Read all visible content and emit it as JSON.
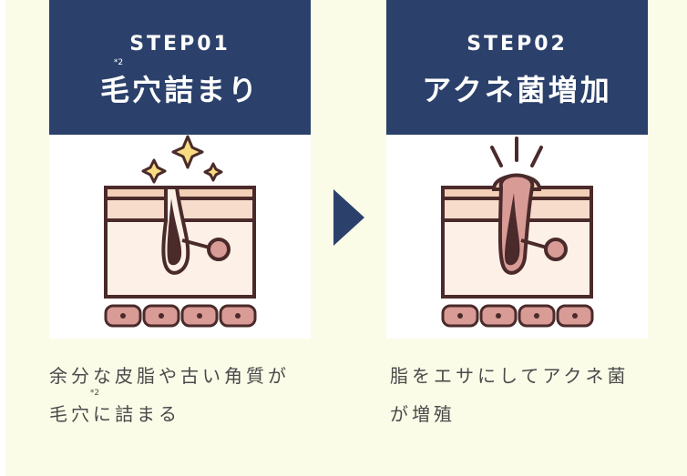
{
  "steps": [
    {
      "label": "STEP01",
      "title": "毛穴詰まり",
      "title_note": "*2",
      "desc_line1": "余分な皮脂や古い角質が",
      "desc_line2": "毛穴に詰まる",
      "desc_note": "*2"
    },
    {
      "label": "STEP02",
      "title": "アクネ菌増加",
      "desc_line1": "脂をエサにしてアクネ菌",
      "desc_line2": "が増殖"
    }
  ],
  "colors": {
    "background": "#fbfce8",
    "header": "#2b416b",
    "skin_top": "#f2cfb6",
    "skin_body": "#fdf0e6",
    "outline": "#4a2a2a",
    "cell": "#d99b96",
    "sebum": "#d99b96",
    "sparkle": "#f7dc82"
  }
}
